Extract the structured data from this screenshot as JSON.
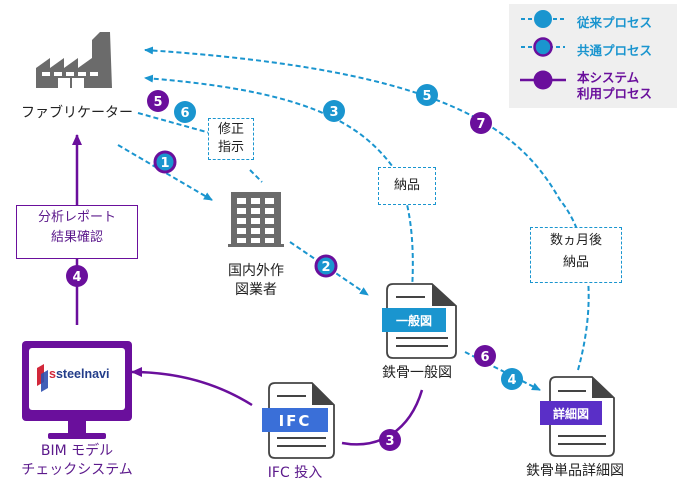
{
  "colors": {
    "conventional": "#1a95cf",
    "system": "#6a0f9c",
    "icon_gray": "#6b6b6b",
    "legend_bg": "#efefef",
    "ifc_tag": "#3a6fd8",
    "general_tag": "#1a95cf",
    "detail_tag": "#5a2fc7"
  },
  "legend": {
    "items": [
      {
        "label": "従来プロセス",
        "style": "conventional"
      },
      {
        "label": "共通プロセス",
        "style": "common"
      },
      {
        "label_line1": "本システム",
        "label_line2": "利用プロセス",
        "style": "system"
      }
    ]
  },
  "nodes": {
    "fabricator": {
      "label": "ファブリケーター",
      "icon": "factory-icon"
    },
    "drafter": {
      "label_line1": "国内外作",
      "label_line2": "図業者",
      "icon": "office-building-icon"
    },
    "general_drawing": {
      "label": "鉄骨一般図",
      "tag": "一般図",
      "icon": "document-icon"
    },
    "detail_drawing": {
      "label": "鉄骨単品詳細図",
      "tag": "詳細図",
      "icon": "document-icon"
    },
    "ifc": {
      "label": "IFC 投入",
      "tag": "IFC",
      "icon": "document-icon"
    },
    "bim_check": {
      "label_line1": "BIM モデル",
      "label_line2": "チェックシステム",
      "icon": "monitor-icon",
      "screen_logo": "steelnavi"
    }
  },
  "annotations": {
    "correction": {
      "line1": "修正",
      "line2": "指示"
    },
    "delivery": {
      "line1": "納品"
    },
    "months_later": {
      "line1": "数ヵ月後",
      "line2": "納品"
    },
    "report": {
      "line1": "分析レポート",
      "line2": "結果確認"
    }
  },
  "steps": {
    "s1": {
      "number": "1",
      "type": "common"
    },
    "s2": {
      "number": "2",
      "type": "common"
    },
    "s3_conv": {
      "number": "3",
      "type": "conventional"
    },
    "s3_sys": {
      "number": "3",
      "type": "system"
    },
    "s4_conv": {
      "number": "4",
      "type": "conventional"
    },
    "s4_sys": {
      "number": "4",
      "type": "system"
    },
    "s5_conv": {
      "number": "5",
      "type": "conventional"
    },
    "s5_sys": {
      "number": "5",
      "type": "system"
    },
    "s6_conv": {
      "number": "6",
      "type": "conventional"
    },
    "s6_sys": {
      "number": "6",
      "type": "system"
    },
    "s7_sys": {
      "number": "7",
      "type": "system"
    }
  }
}
